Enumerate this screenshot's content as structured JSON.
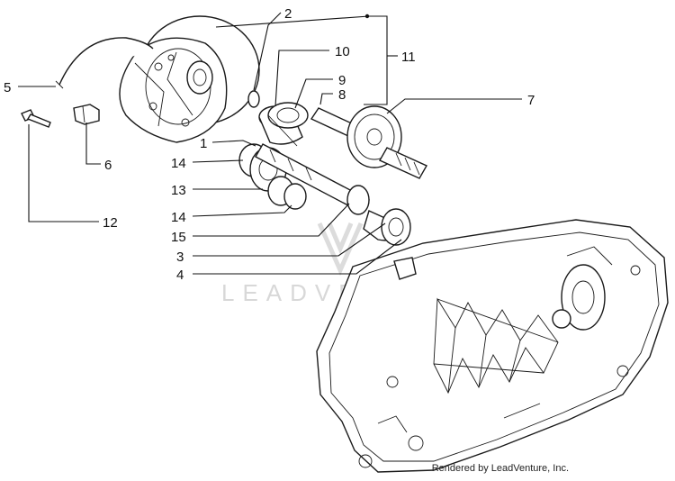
{
  "callouts": [
    {
      "id": "1",
      "label": "1"
    },
    {
      "id": "2",
      "label": "2"
    },
    {
      "id": "3",
      "label": "3"
    },
    {
      "id": "4",
      "label": "4"
    },
    {
      "id": "5",
      "label": "5"
    },
    {
      "id": "6",
      "label": "6"
    },
    {
      "id": "7",
      "label": "7"
    },
    {
      "id": "8",
      "label": "8"
    },
    {
      "id": "9",
      "label": "9"
    },
    {
      "id": "10",
      "label": "10"
    },
    {
      "id": "11",
      "label": "11"
    },
    {
      "id": "12",
      "label": "12"
    },
    {
      "id": "13",
      "label": "13"
    },
    {
      "id": "14a",
      "label": "14"
    },
    {
      "id": "14b",
      "label": "14"
    },
    {
      "id": "15",
      "label": "15"
    }
  ],
  "watermark": {
    "text": "LEADVENTURE"
  },
  "credit": {
    "text": "Rendered by LeadVenture, Inc."
  },
  "colors": {
    "line": "#1a1a1a",
    "watermark": "#d8d8d8",
    "background": "#ffffff"
  }
}
